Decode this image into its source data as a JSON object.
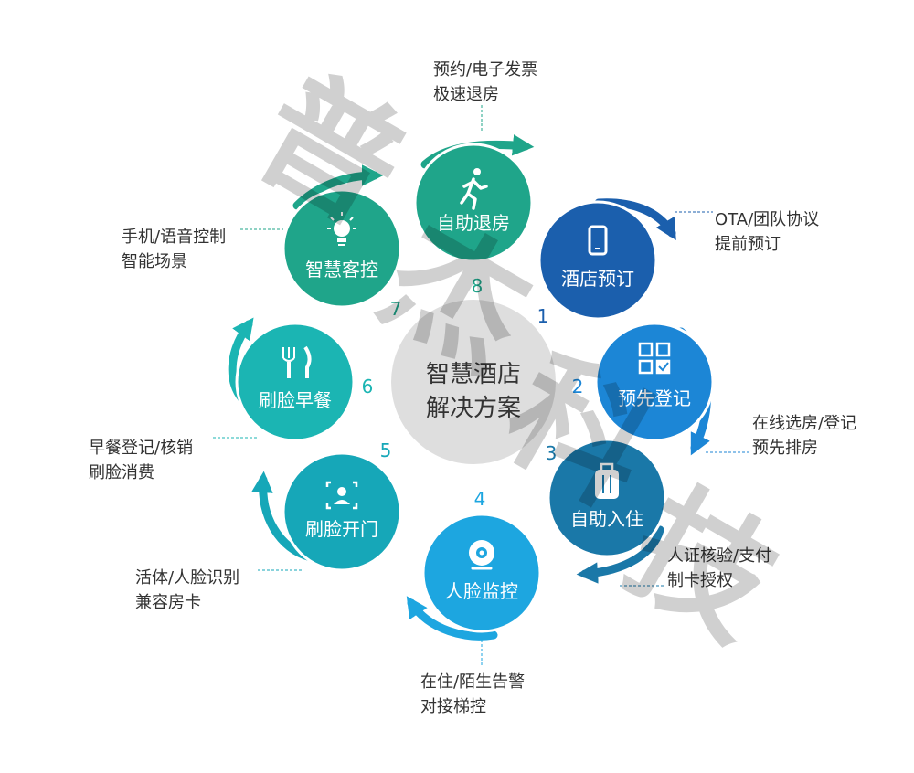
{
  "center": {
    "line1": "智慧酒店",
    "line2": "解决方案"
  },
  "watermark": {
    "chars": [
      "普",
      "杰",
      "科",
      "技"
    ]
  },
  "nodes": [
    {
      "step": "1",
      "label": "酒店预订",
      "icon": "smartphone-icon",
      "desc": [
        "OTA/团队协议",
        "提前预订"
      ]
    },
    {
      "step": "2",
      "label": "预先登记",
      "icon": "qr-checkbox-icon",
      "desc": [
        "在线选房/登记",
        "预先排房"
      ]
    },
    {
      "step": "3",
      "label": "自助入住",
      "icon": "luggage-icon",
      "desc": [
        "人证核验/支付",
        "制卡授权"
      ]
    },
    {
      "step": "4",
      "label": "人脸监控",
      "icon": "webcam-icon",
      "desc": [
        "在住/陌生告警",
        "对接梯控"
      ]
    },
    {
      "step": "5",
      "label": "刷脸开门",
      "icon": "face-scan-icon",
      "desc": [
        "活体/人脸识别",
        "兼容房卡"
      ]
    },
    {
      "step": "6",
      "label": "刷脸早餐",
      "icon": "fork-knife-icon",
      "desc": [
        "早餐登记/核销",
        "刷脸消费"
      ]
    },
    {
      "step": "7",
      "label": "智慧客控",
      "icon": "light-bulb-icon",
      "desc": [
        "手机/语音控制",
        "智能场景"
      ]
    },
    {
      "step": "8",
      "label": "自助退房",
      "icon": "running-exit-icon",
      "desc": [
        "预约/电子发票",
        "极速退房"
      ]
    }
  ],
  "colors": {
    "dark_blue": "#1b5fad",
    "blue": "#1c86d6",
    "steel_blue": "#1a78a8",
    "sky_blue": "#1da6e0",
    "teal": "#16a7b8",
    "aqua": "#1bb5b3",
    "green": "#1fa58a",
    "center_circle": "#dedede"
  }
}
